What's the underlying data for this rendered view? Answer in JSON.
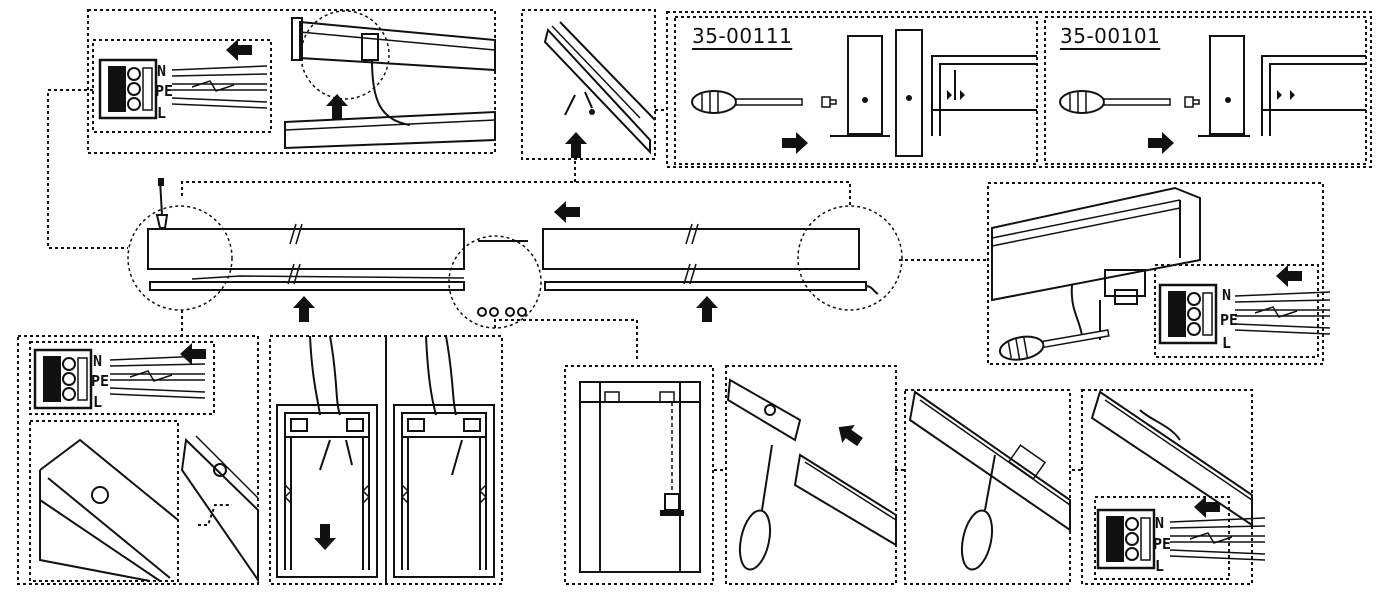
{
  "part_numbers": {
    "left_variant": "35-00111",
    "right_variant": "35-00101"
  },
  "terminal_labels": {
    "neutral": "N",
    "protective_earth": "PE",
    "live": "L"
  },
  "colors": {
    "ink": "#111111",
    "paper": "#ffffff"
  },
  "icons": [
    "arrow-icon",
    "screwdriver-icon",
    "screw-icon",
    "terminal-block-icon",
    "wire-icon"
  ]
}
